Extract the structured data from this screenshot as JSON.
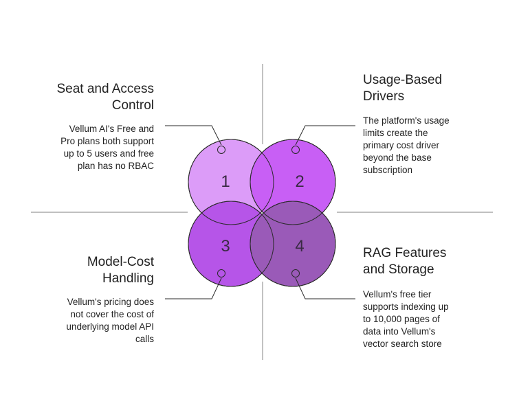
{
  "colors": {
    "circle_1": "#dc9cf8",
    "circle_2": "#c85ff5",
    "circle_3": "#b655e8",
    "circle_4": "#9a5ab8",
    "stroke": "#2a2a2a",
    "line": "#9a9a9a"
  },
  "circles": [
    {
      "number": "1"
    },
    {
      "number": "2"
    },
    {
      "number": "3"
    },
    {
      "number": "4"
    }
  ],
  "blocks": [
    {
      "title_line1": "Seat and Access",
      "title_line2": "Control",
      "text_lines": [
        "Vellum AI's Free and",
        "Pro plans both support",
        "up to 5 users and free",
        "plan has no RBAC"
      ]
    },
    {
      "title_line1": "Usage-Based",
      "title_line2": "Drivers",
      "text_lines": [
        "The platform's usage",
        "limits create the",
        "primary cost driver",
        "beyond the base",
        "subscription"
      ]
    },
    {
      "title_line1": "Model-Cost",
      "title_line2": "Handling",
      "text_lines": [
        "Vellum's pricing does",
        "not cover the cost of",
        "underlying model API",
        "calls"
      ]
    },
    {
      "title_line1": "RAG Features",
      "title_line2": "and Storage",
      "text_lines": [
        "Vellum's free tier",
        "supports indexing up",
        "to 10,000 pages of",
        "data into Vellum's",
        "vector search store"
      ]
    }
  ]
}
